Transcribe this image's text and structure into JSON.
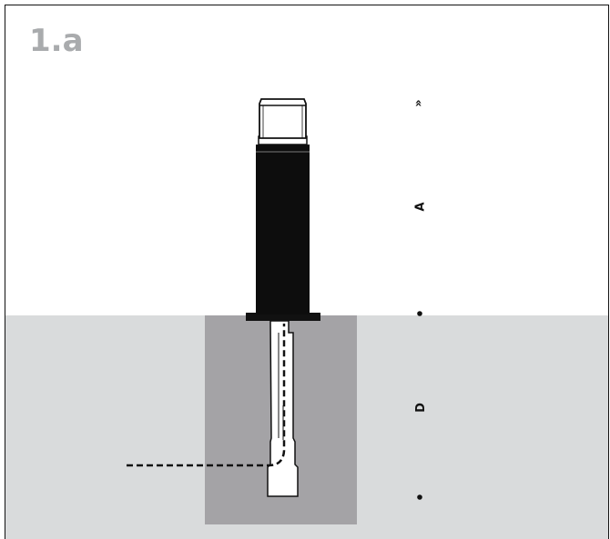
{
  "figure": {
    "label": "1.a",
    "dimension_labels": {
      "top": "»",
      "above_ground": "A",
      "below_ground": "D"
    },
    "colors": {
      "frame": "#111111",
      "title": "#a9abad",
      "ground": "#d9dbdc",
      "foundation": "#a4a3a6",
      "bollard_body": "#0d0d0d",
      "sleeve": "#ffffff",
      "cable": "#111111"
    }
  }
}
